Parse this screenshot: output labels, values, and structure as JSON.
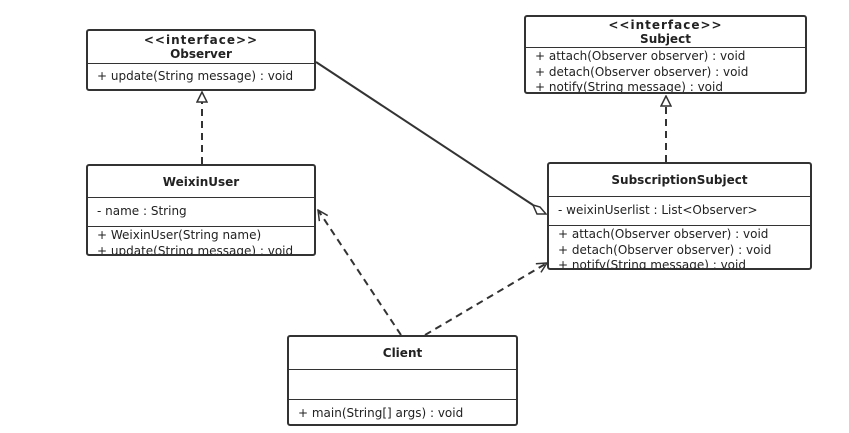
{
  "observer": {
    "stereotype": "<<interface>>",
    "name": "Observer",
    "methods": [
      "+ update(String message) : void"
    ]
  },
  "subject": {
    "stereotype": "<<interface>>",
    "name": "Subject",
    "methods": [
      "+ attach(Observer observer) : void",
      "+ detach(Observer observer) : void",
      "+ notify(String message) : void"
    ]
  },
  "weixin_user": {
    "name": "WeixinUser",
    "attributes": [
      "- name : String"
    ],
    "methods": [
      "+ WeixinUser(String name)",
      "+ update(String message) : void"
    ]
  },
  "subscription_subject": {
    "name": "SubscriptionSubject",
    "attributes": [
      "- weixinUserlist : List<Observer>"
    ],
    "methods": [
      "+ attach(Observer observer) : void",
      "+ detach(Observer observer) : void",
      "+ notify(String message) : void"
    ]
  },
  "client": {
    "name": "Client",
    "attributes": [],
    "methods": [
      "+ main(String[] args) : void"
    ]
  },
  "colors": {
    "line": "#333333",
    "background": "#ffffff"
  }
}
